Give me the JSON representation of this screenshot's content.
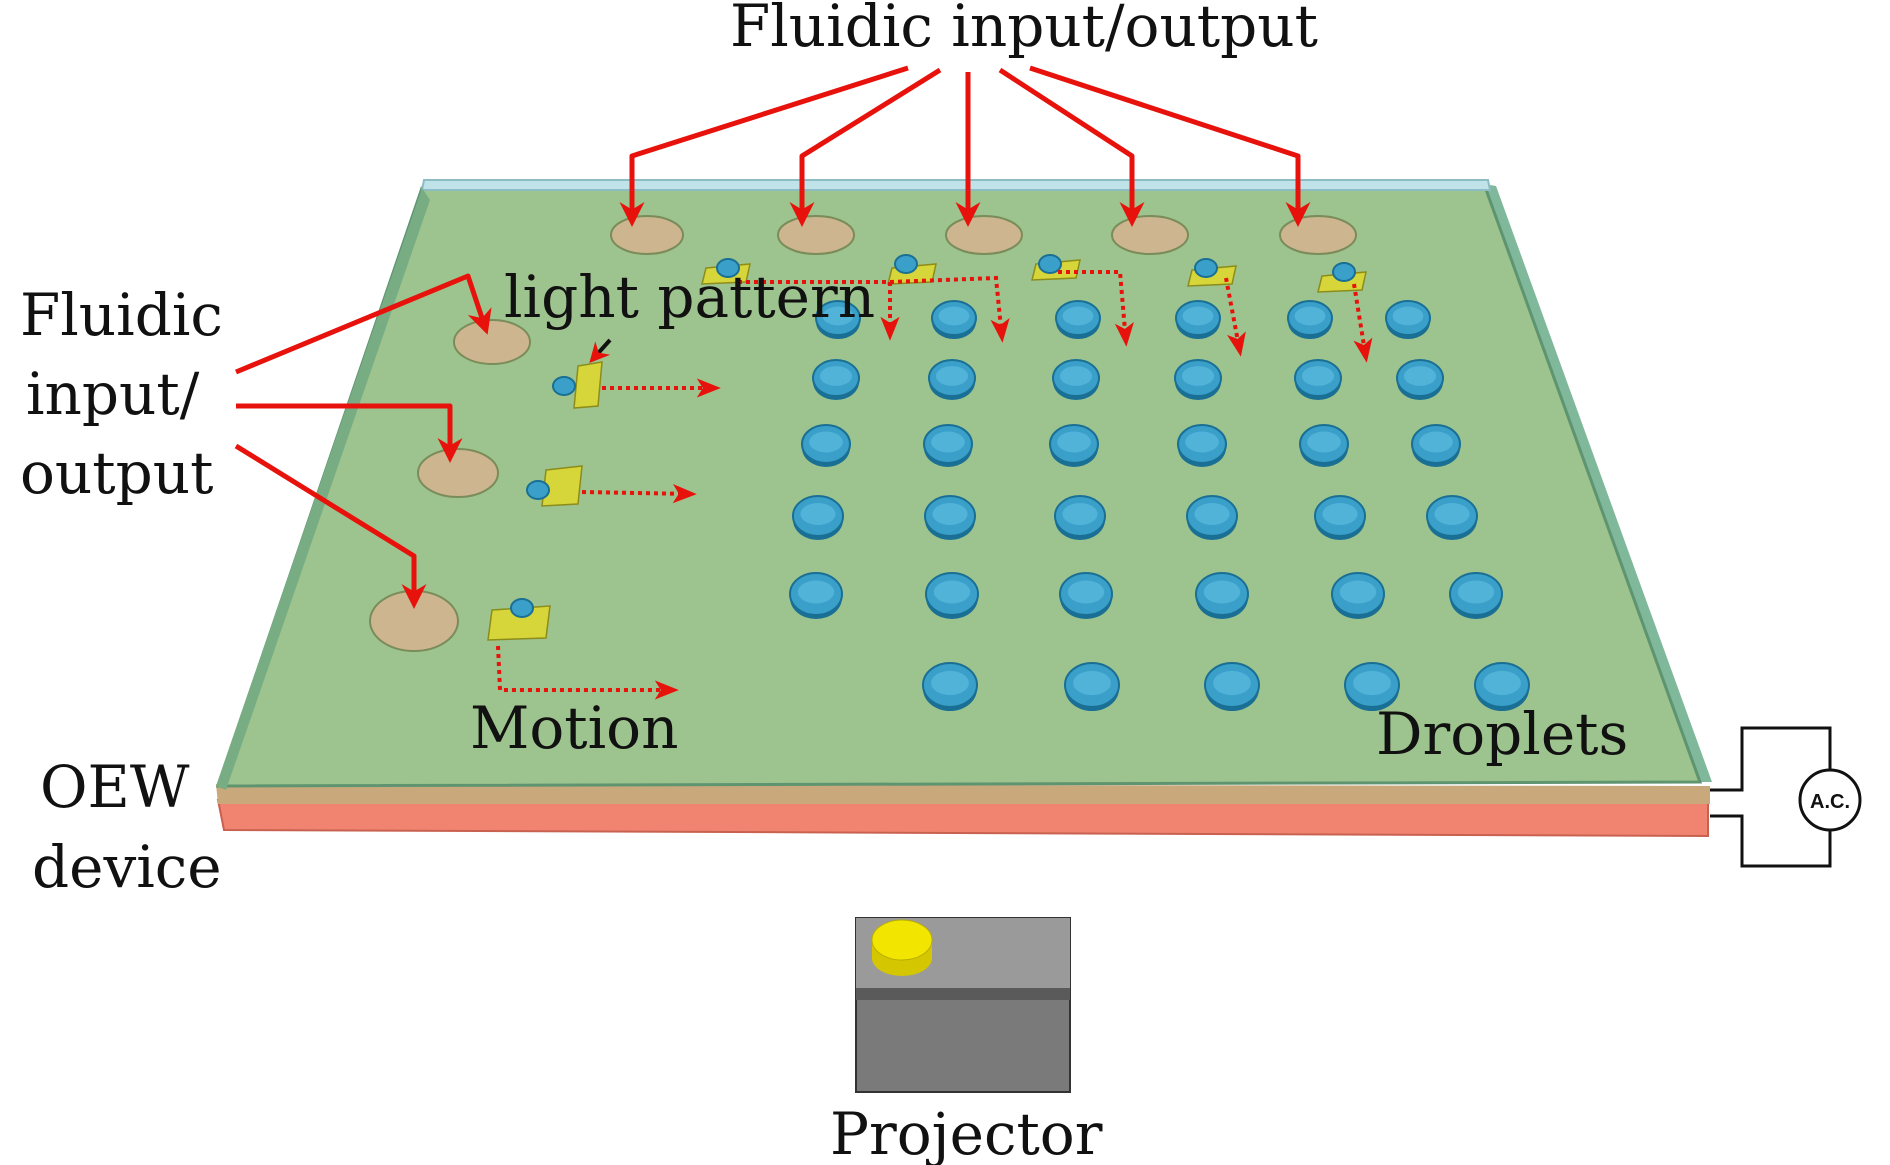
{
  "labels": {
    "top_io": "Fluidic input/output",
    "left_io_line1": "Fluidic",
    "left_io_line2": "input/",
    "left_io_line3": "output",
    "light_pattern": "light pattern",
    "motion": "Motion",
    "droplets": "Droplets",
    "oew_line1": "OEW",
    "oew_line2": "device",
    "projector": "Projector",
    "ac": "A.C."
  },
  "colors": {
    "arrow": "#e8120c",
    "plate": "#9dc48e",
    "plate_edge": "#5f9470",
    "glass": "#bfe3e8",
    "electrode": "#c9a97c",
    "substrate": "#f08470",
    "reservoir": "#cdb68f",
    "droplet": "#3aa0c9",
    "droplet_rim": "#1a6f95",
    "light_pad": "#d6d63a",
    "projector_body": "#7a7a7a",
    "projector_lens": "#f2e600"
  },
  "droplet_array": {
    "rows": 6,
    "columns": 6,
    "last_row_count": 5
  },
  "icons": [
    "droplet-icon",
    "reservoir-icon",
    "light-pattern-icon",
    "ac-source-icon",
    "projector-icon"
  ]
}
